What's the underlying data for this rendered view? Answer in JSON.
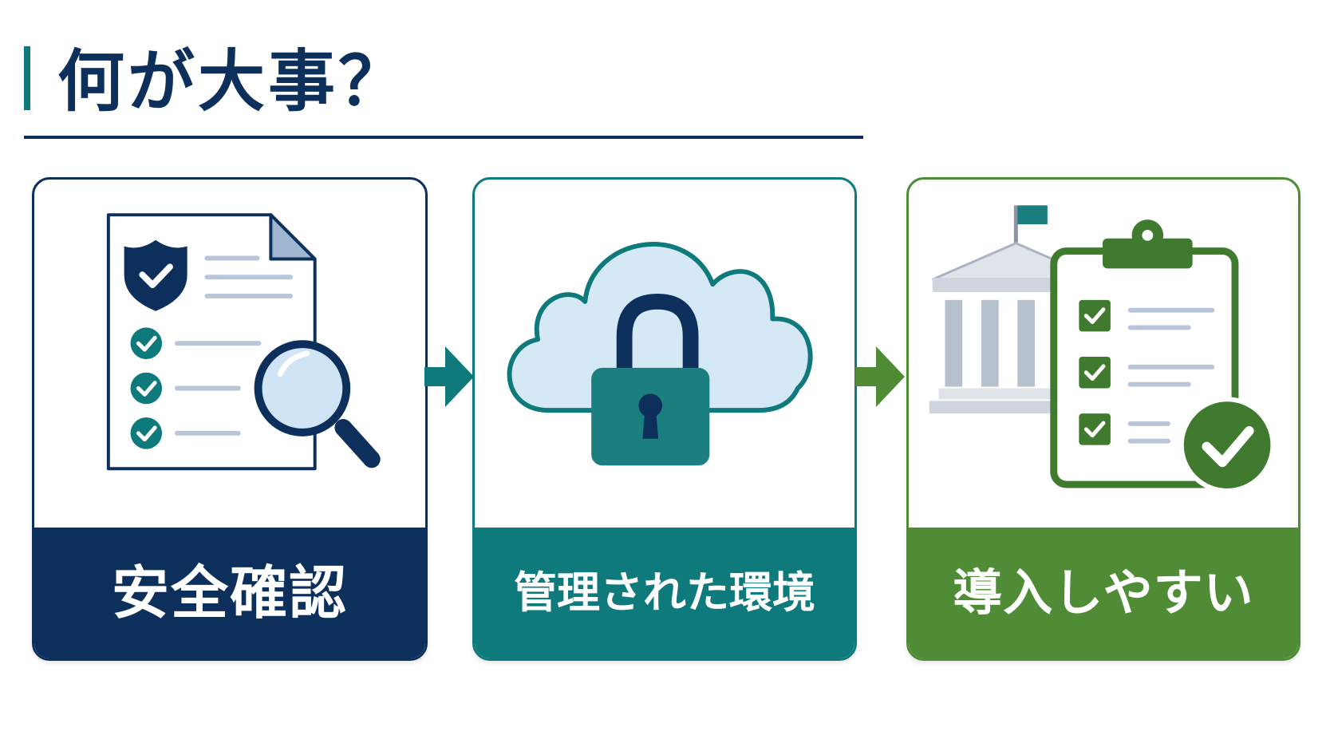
{
  "title": "何が大事？",
  "cards": [
    {
      "label": "安全確認",
      "color": "#0c2f5c",
      "icon": "document-shield-magnifier-icon"
    },
    {
      "label": "管理された環境",
      "color": "#0f7a7b",
      "icon": "cloud-lock-icon"
    },
    {
      "label": "導入しやすい",
      "color": "#4f8c35",
      "icon": "building-clipboard-check-icon"
    }
  ],
  "colors": {
    "accent": "#0f7a7b",
    "navy": "#0c2f5c",
    "teal": "#0f7a7b",
    "green": "#4f8c35"
  }
}
